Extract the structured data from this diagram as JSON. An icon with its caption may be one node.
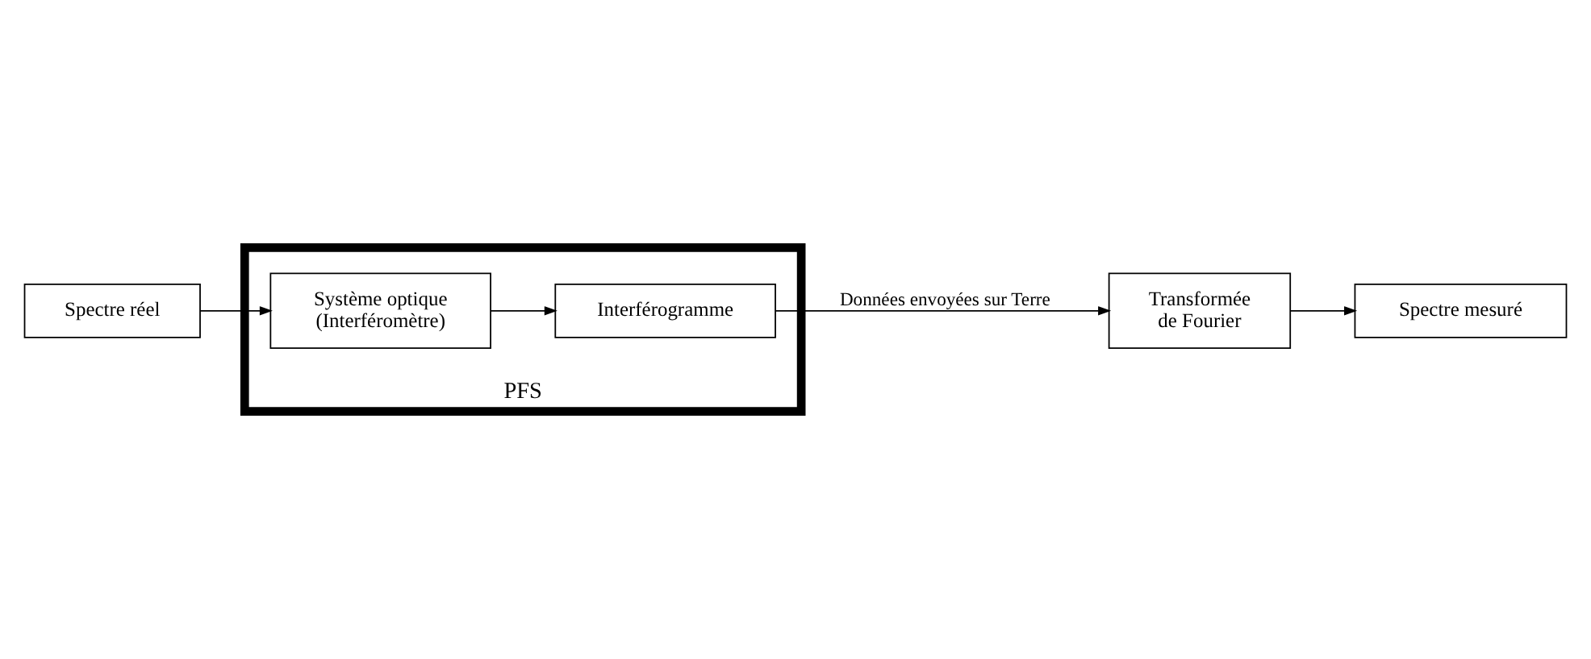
{
  "diagram": {
    "nodes": [
      {
        "text": [
          "Spectre réel"
        ]
      },
      {
        "text": [
          "PFS"
        ]
      },
      {
        "text": [
          "Système optique (Interféromètre)"
        ],
        "in": 1
      },
      {
        "text": [
          "Interférogramme"
        ],
        "in": 1
      },
      {
        "text": [
          "Transformée de Fourier"
        ]
      },
      {
        "text": [
          "Spectre mesuré"
        ]
      }
    ],
    "edges": [
      {
        "from": 0,
        "to": 2,
        "arrow": "to"
      },
      {
        "from": 2,
        "to": 3,
        "arrow": "to"
      },
      {
        "from": 3,
        "to": 4,
        "arrow": "to",
        "label": "Données envoyées sur Terre"
      },
      {
        "from": 4,
        "to": 5,
        "arrow": "to"
      }
    ]
  }
}
